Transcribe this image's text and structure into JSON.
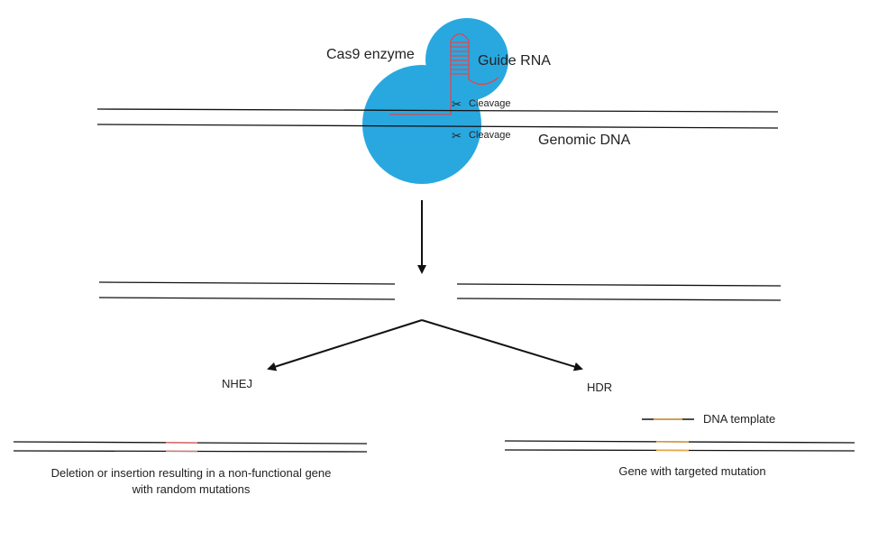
{
  "labels": {
    "cas9": "Cas9 enzyme",
    "guide_rna": "Guide RNA",
    "cleavage_top": "Cleavage",
    "cleavage_bottom": "Cleavage",
    "genomic_dna": "Genomic DNA",
    "nhej": "NHEJ",
    "hdr": "HDR",
    "dna_template": "DNA template",
    "nhej_result_line1": "Deletion or insertion resulting in a non-functional gene",
    "nhej_result_line2": "with random mutations",
    "hdr_result": "Gene with targeted mutation"
  },
  "colors": {
    "cas9": "#29a8e0",
    "guide_rna": "#e0474c",
    "nhej_mutation": "#f06b6b",
    "hdr_template": "#e8a840",
    "dna": "#111111"
  },
  "icons": {
    "cleavage": "scissors-icon"
  }
}
